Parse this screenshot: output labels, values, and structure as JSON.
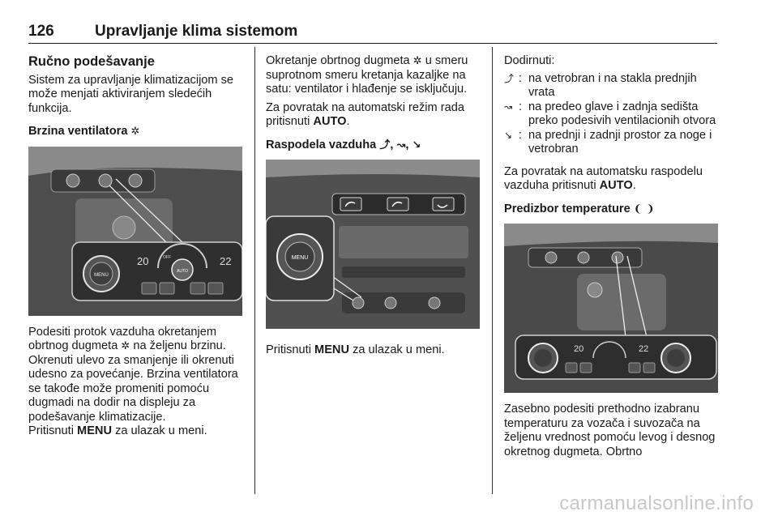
{
  "header": {
    "page_number": "126",
    "title": "Upravljanje klima sistemom"
  },
  "col1": {
    "heading": "Ručno podešavanje",
    "intro": "Sistem za upravljanje klimatizacijom se može menjati aktiviranjem sledećih funkcija.",
    "fan_heading": "Brzina ventilatora",
    "fan_icon": "fan-icon",
    "figure_labels": {
      "menu": "MENU",
      "temp_left": "20",
      "temp_right": "22",
      "off": "OFF",
      "auto": "AUTO"
    },
    "para1_a": "Podesiti protok vazduha okretanjem obrtnog dugmeta",
    "para1_b": "na željenu brzinu. Okrenuti ulevo za smanjenje ili okrenuti udesno za povećanje. Brzina ventilatora se takođe može promeniti pomoću dugmadi na dodir na displeju za podešavanje klimatizacije.",
    "para2_a": "Pritisnuti",
    "para2_kw": "MENU",
    "para2_b": "za ulazak u meni."
  },
  "col2": {
    "para1_a": "Okretanje obrtnog dugmeta",
    "para1_b": "u smeru suprotnom smeru kretanja kazaljke na satu: ventilator i hlađenje se isključuju.",
    "para2_a": "Za povratak na automatski režim rada pritisnuti",
    "para2_kw": "AUTO",
    "para2_b": ".",
    "dist_heading": "Raspodela vazduha",
    "figure_labels": {
      "menu": "MENU"
    },
    "para3_a": "Pritisnuti",
    "para3_kw": "MENU",
    "para3_b": "za ulazak u meni."
  },
  "col3": {
    "lead": "Dodirnuti:",
    "items": [
      {
        "icon": "windscreen-airflow-icon",
        "text": "na vetrobran i na stakla prednjih vrata"
      },
      {
        "icon": "head-airflow-icon",
        "text": "na predeo glave i zadnja sedišta preko podesivih ventilacionih otvora"
      },
      {
        "icon": "footwell-airflow-icon",
        "text": "na prednji i zadnji prostor za noge i vetrobran"
      }
    ],
    "para1_a": "Za povratak na automatsku raspodelu vazduha pritisnuti",
    "para1_kw": "AUTO",
    "para1_b": ".",
    "temp_heading": "Predizbor temperature",
    "figure_labels": {
      "temp_left": "20",
      "temp_right": "22"
    },
    "para2": "Zasebno podesiti prethodno izabranu temperaturu za vozača i suvozača na željenu vrednost pomoću levog i desnog okretnog dugmeta. Obrtno"
  },
  "watermark": "carmanualsonline.info",
  "colors": {
    "text": "#1a1a1a",
    "figure_bg": "#5a5a5a",
    "watermark": "#c8c8c8"
  }
}
